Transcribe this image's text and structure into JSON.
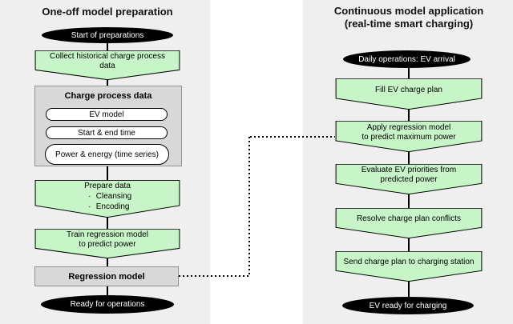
{
  "colors": {
    "panel_bg": "#efefef",
    "gutter_bg": "#ffffff",
    "box_gray": "#d8d8d8",
    "box_gray_border": "#919191",
    "step_green": "#c8f5c8",
    "terminal_fill": "#000000",
    "terminal_text": "#ffffff",
    "line": "#000000"
  },
  "left_panel": {
    "title": "One-off model preparation",
    "start_terminal": "Start of preparations",
    "collect_step": {
      "lines": [
        "Collect historical charge process",
        "data"
      ]
    },
    "data_box": {
      "title": "Charge process data",
      "items": [
        "EV model",
        "Start & end time",
        "Power & energy (time series)"
      ]
    },
    "prepare_step": {
      "title": "Prepare data",
      "bullet": "·",
      "bullets": [
        "Cleansing",
        "Encoding"
      ]
    },
    "train_step": {
      "lines": [
        "Train regression model",
        "to predict power"
      ]
    },
    "model_box": "Regression model",
    "end_terminal": "Ready for operations"
  },
  "right_panel": {
    "title_line1": "Continuous model application",
    "title_line2": "(real-time smart charging)",
    "start_terminal": "Daily operations: EV arrival",
    "steps": [
      {
        "lines": [
          "Fill EV charge plan"
        ]
      },
      {
        "lines": [
          "Apply regression model",
          "to predict maximum power"
        ]
      },
      {
        "lines": [
          "Evaluate EV priorities from",
          "predicted power"
        ]
      },
      {
        "lines": [
          "Resolve charge plan conflicts"
        ]
      },
      {
        "lines": [
          "Send charge plan to charging station"
        ]
      }
    ],
    "end_terminal": "EV ready for charging"
  }
}
